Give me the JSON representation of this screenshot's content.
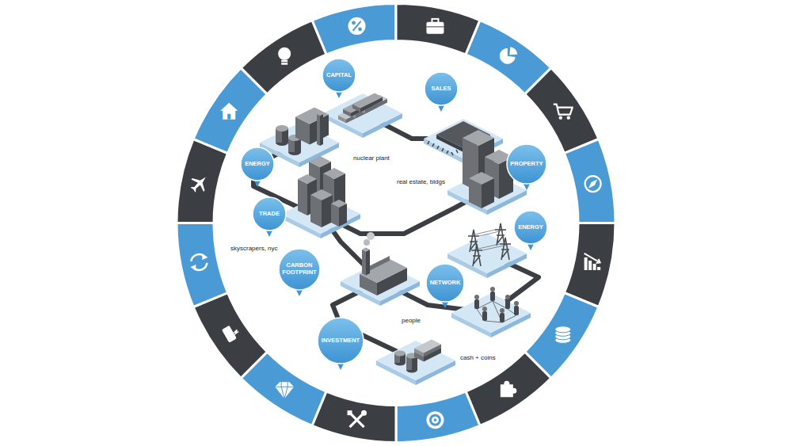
{
  "diagram": {
    "nodes": [
      {
        "text": [
          "CAPITAL"
        ]
      },
      {
        "text": [
          "SALES"
        ]
      },
      {
        "text": [
          "ENERGY"
        ]
      },
      {
        "text": [
          "PROPERTY"
        ]
      },
      {
        "text": [
          "TRADE"
        ]
      },
      {
        "text": [
          "ENERGY"
        ]
      },
      {
        "text": [
          "CARBON FOOTPRINT"
        ]
      },
      {
        "text": [
          "NETWORK"
        ]
      },
      {
        "text": [
          "INVESTMENT"
        ]
      }
    ],
    "labels": [
      "nuclear plant",
      "real estate, bldgs",
      "skyscrapers, nyc",
      "people",
      "cash + coins"
    ]
  }
}
